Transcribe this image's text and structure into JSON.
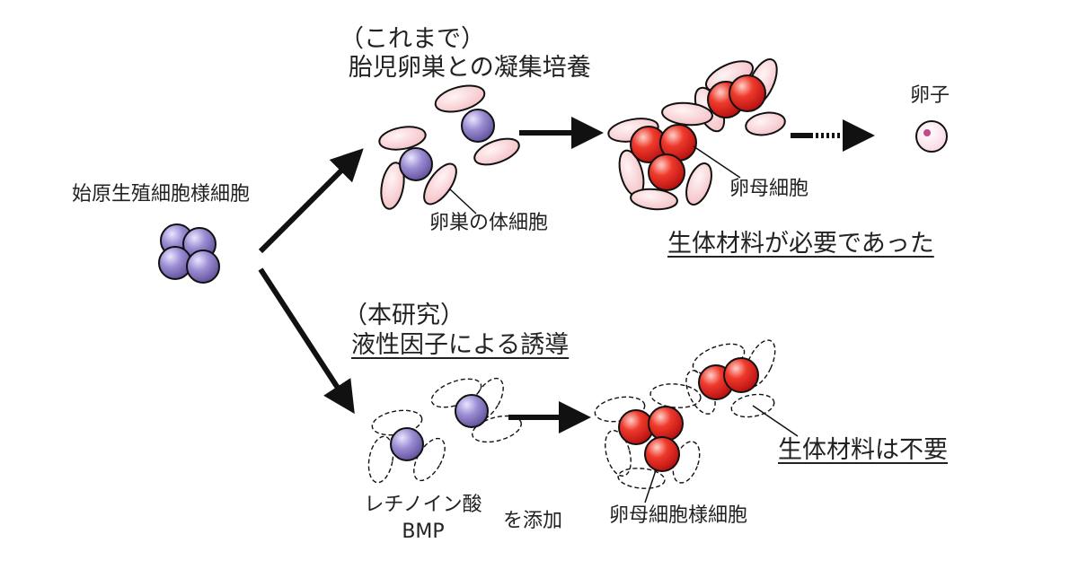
{
  "colors": {
    "primordial_cell": "#8a7bc0",
    "oocyte": "#e32222",
    "somatic_cell": "#f8c8cc",
    "arrow": "#111111",
    "text": "#222222"
  },
  "labels": {
    "pgc": "始原生殖細胞様細胞",
    "prior_paren": "（これまで）",
    "prior_method": "胎児卵巣との凝集培養",
    "ovarian_somatic": "卵巣の体細胞",
    "oocyte": "卵母細胞",
    "egg": "卵子",
    "prior_need": "生体材料が必要であった",
    "study_paren": "（本研究）",
    "study_method": "液性因子による誘導",
    "factors_line1": "レチノイン酸",
    "factors_line2": "BMP",
    "add": "を添加",
    "oocyte_like": "卵母細胞様細胞",
    "study_need": "生体材料は不要"
  }
}
